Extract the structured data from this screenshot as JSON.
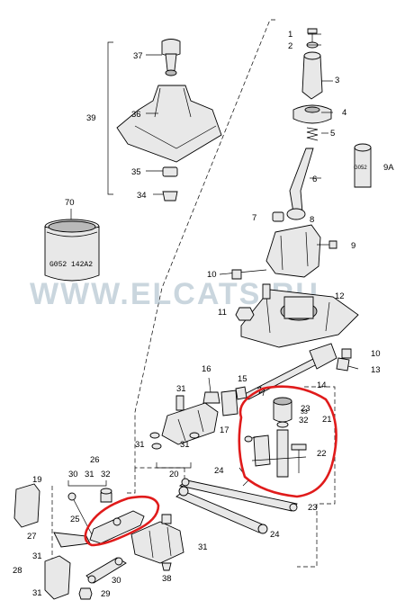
{
  "diagram": {
    "watermark": "WWW.ELCATS.RU",
    "can_label": "G052 142A2",
    "bottle_label": "G052",
    "callouts": {
      "c1": "1",
      "c2": "2",
      "c3": "3",
      "c4": "4",
      "c5": "5",
      "c6": "6",
      "c7": "7",
      "c8": "8",
      "c9": "9",
      "c9a": "9A",
      "c10a": "10",
      "c10b": "10",
      "c11": "11",
      "c12": "12",
      "c13": "13",
      "c14": "14",
      "c15": "15",
      "c16": "16",
      "c17": "17",
      "c19": "19",
      "c20": "20",
      "c21": "21",
      "c22": "22",
      "c23a": "23",
      "c23b": "23",
      "c24a": "24",
      "c24b": "24",
      "c25": "25",
      "c26": "26",
      "c27": "27",
      "c28": "28",
      "c29": "29",
      "c30a": "30",
      "c30b": "30",
      "c31a": "31",
      "c31b": "31",
      "c31c": "31",
      "c31d": "31",
      "c31e": "31",
      "c31f": "31",
      "c31g": "31",
      "c32a": "32",
      "c32b": "32",
      "c33": "33",
      "c34": "34",
      "c35": "35",
      "c36": "36",
      "c37": "37",
      "c38": "38",
      "c39": "39",
      "c70": "70"
    },
    "highlight_color": "#e01b1b"
  }
}
